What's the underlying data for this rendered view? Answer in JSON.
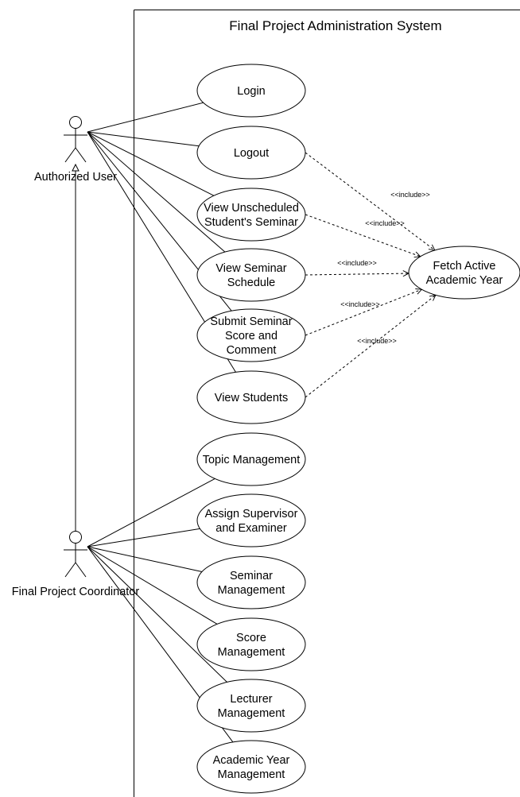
{
  "system": {
    "title": "Final Project Administration System"
  },
  "actors": [
    {
      "id": "authorized-user",
      "name": "Authorized User"
    },
    {
      "id": "final-project-coordinator",
      "name": "Final Project Coordinator"
    }
  ],
  "use_cases": [
    {
      "id": "login",
      "lines": [
        "Login"
      ]
    },
    {
      "id": "logout",
      "lines": [
        "Logout"
      ]
    },
    {
      "id": "view-unscheduled",
      "lines": [
        "View Unscheduled",
        "Student's Seminar"
      ]
    },
    {
      "id": "view-seminar-schedule",
      "lines": [
        "View Seminar",
        "Schedule"
      ]
    },
    {
      "id": "submit-seminar-score",
      "lines": [
        "Submit Seminar",
        "Score and",
        "Comment"
      ]
    },
    {
      "id": "view-students",
      "lines": [
        "View Students"
      ]
    },
    {
      "id": "topic-management",
      "lines": [
        "Topic Management"
      ]
    },
    {
      "id": "assign-supervisor",
      "lines": [
        "Assign Supervisor",
        "and Examiner"
      ]
    },
    {
      "id": "seminar-management",
      "lines": [
        "Seminar",
        "Management"
      ]
    },
    {
      "id": "score-management",
      "lines": [
        "Score",
        "Management"
      ]
    },
    {
      "id": "lecturer-management",
      "lines": [
        "Lecturer",
        "Management"
      ]
    },
    {
      "id": "academic-year-management",
      "lines": [
        "Academic Year",
        "Management"
      ]
    },
    {
      "id": "fetch-active-academic-year",
      "lines": [
        "Fetch Active",
        "Academic Year"
      ]
    }
  ],
  "associations": [
    {
      "actor": "authorized-user",
      "use_case": "login"
    },
    {
      "actor": "authorized-user",
      "use_case": "logout"
    },
    {
      "actor": "authorized-user",
      "use_case": "view-unscheduled"
    },
    {
      "actor": "authorized-user",
      "use_case": "view-seminar-schedule"
    },
    {
      "actor": "authorized-user",
      "use_case": "submit-seminar-score"
    },
    {
      "actor": "authorized-user",
      "use_case": "view-students"
    },
    {
      "actor": "final-project-coordinator",
      "use_case": "topic-management"
    },
    {
      "actor": "final-project-coordinator",
      "use_case": "assign-supervisor"
    },
    {
      "actor": "final-project-coordinator",
      "use_case": "seminar-management"
    },
    {
      "actor": "final-project-coordinator",
      "use_case": "score-management"
    },
    {
      "actor": "final-project-coordinator",
      "use_case": "lecturer-management"
    },
    {
      "actor": "final-project-coordinator",
      "use_case": "academic-year-management"
    }
  ],
  "generalizations": [
    {
      "child": "final-project-coordinator",
      "parent": "authorized-user"
    }
  ],
  "includes": [
    {
      "from": "logout",
      "to": "fetch-active-academic-year",
      "label": "<<include>>"
    },
    {
      "from": "view-unscheduled",
      "to": "fetch-active-academic-year",
      "label": "<<include>>"
    },
    {
      "from": "view-seminar-schedule",
      "to": "fetch-active-academic-year",
      "label": "<<include>>"
    },
    {
      "from": "submit-seminar-score",
      "to": "fetch-active-academic-year",
      "label": "<<include>>"
    },
    {
      "from": "view-students",
      "to": "fetch-active-academic-year",
      "label": "<<include>>"
    }
  ]
}
